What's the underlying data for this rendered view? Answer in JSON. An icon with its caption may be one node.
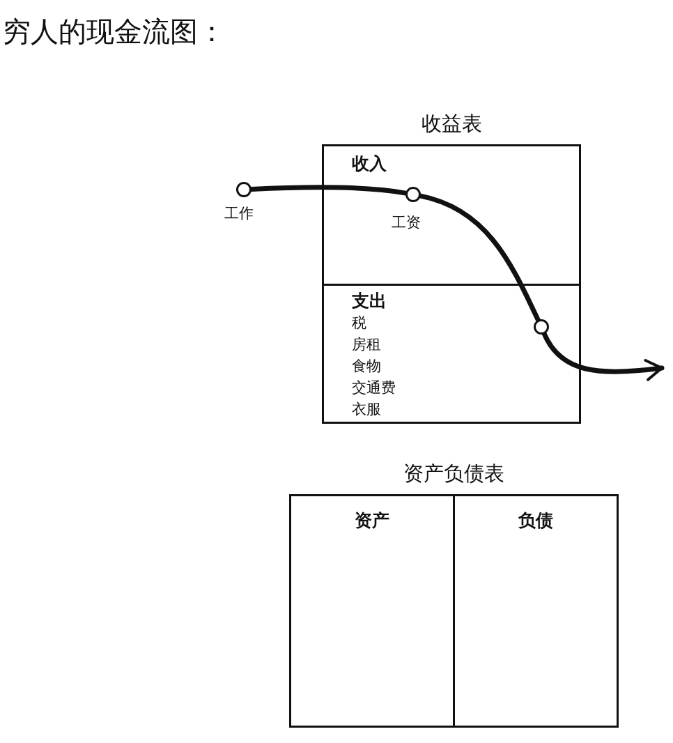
{
  "diagram": {
    "title": "穷人的现金流图：",
    "nodes": [
      {
        "text": [
          "收益表"
        ]
      },
      {
        "text": [
          "收入"
        ],
        "in": 0
      },
      {
        "text": [
          "支出",
          "税",
          "房租",
          "食物",
          "交通费",
          "衣服"
        ],
        "in": 0
      },
      {
        "text": [],
        "shape": "circle",
        "beside": [
          "工作"
        ]
      },
      {
        "text": [],
        "shape": "circle",
        "beside": [
          "工资"
        ],
        "in": 1
      },
      {
        "text": [],
        "shape": "circle",
        "in": 2
      },
      {
        "text": [
          "资产负债表"
        ]
      },
      {
        "text": [
          "资产"
        ],
        "in": 6
      },
      {
        "text": [
          "负债"
        ],
        "in": 6
      }
    ],
    "edges": [
      {
        "from": 3,
        "to": 4,
        "arrow": "none"
      },
      {
        "from": 4,
        "to": 5,
        "arrow": "none"
      },
      {
        "from": 5,
        "to": null,
        "arrow": "to"
      }
    ]
  }
}
